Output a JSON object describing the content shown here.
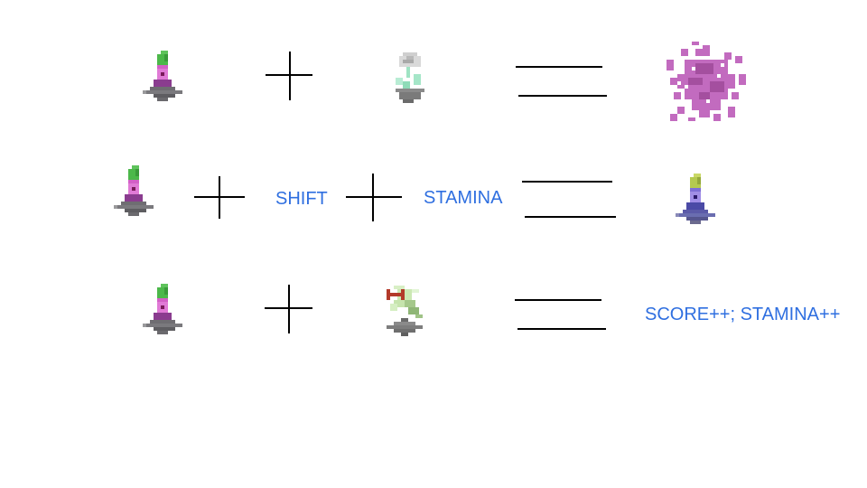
{
  "slide": {
    "text_color": "#2f6fe0",
    "rows": [
      {
        "operands": [
          "plant-creature-sprite",
          "ghost-flower-sprite"
        ],
        "result": "pink-explosion-sprite"
      },
      {
        "operands": [
          "plant-creature-sprite",
          "shift-label",
          "stamina-label"
        ],
        "shift_label": "SHIFT",
        "stamina_label": "STAMINA",
        "result": "blue-plant-creature-sprite"
      },
      {
        "operands": [
          "plant-creature-sprite",
          "dragonfly-sprite"
        ],
        "result_label": "SCORE++; STAMINA++"
      }
    ]
  }
}
